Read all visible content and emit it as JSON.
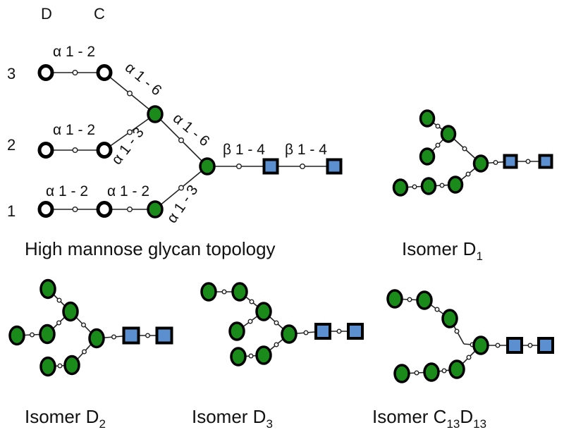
{
  "colors": {
    "mannose_green": "#1a8a1a",
    "glcnac_blue": "#5b8fd0",
    "outline": "#000000"
  },
  "top_labels": {
    "d": "D",
    "c": "C"
  },
  "branch_labels": {
    "b3": "3",
    "b2": "2",
    "b1": "1"
  },
  "linkages": {
    "a12_top": "α 1 - 2",
    "a12_mid": "α 1 - 2",
    "a12_low_left": "α 1 - 2",
    "a12_low_right": "α 1 - 2",
    "a16_upper": "α 1 - 6",
    "a13_upper": "α 1 - 3",
    "a16_core": "α 1 - 6",
    "a13_core": "α 1 - 3",
    "b14_first": "β 1 - 4",
    "b14_second": "β 1 - 4"
  },
  "titles": {
    "main": "High mannose glycan topology",
    "isomer_d1": {
      "prefix": "Isomer D",
      "sub": "1"
    },
    "isomer_d2": {
      "prefix": "Isomer D",
      "sub": "2"
    },
    "isomer_d3": {
      "prefix": "Isomer D",
      "sub": "3"
    },
    "isomer_c13d13": {
      "prefix": "Isomer C",
      "sub1": "13",
      "mid": "D",
      "sub2": "13"
    }
  }
}
